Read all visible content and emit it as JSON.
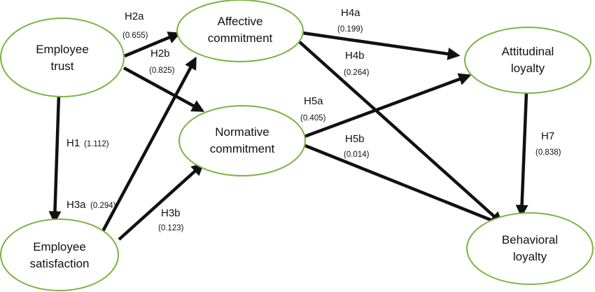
{
  "nodes": {
    "employee_trust": [
      "Employee",
      "trust"
    ],
    "affective_commitment": [
      "Affective",
      "commitment"
    ],
    "normative_commitment": [
      "Normative",
      "commitment"
    ],
    "employee_satisfaction": [
      "Employee",
      "satisfaction"
    ],
    "attitudinal_loyalty": [
      "Attitudinal",
      "loyalty"
    ],
    "behavioral_loyalty": [
      "Behavioral",
      "loyalty"
    ]
  },
  "paths": {
    "h1": {
      "label": "H1",
      "coef": "(1.112)"
    },
    "h2a": {
      "label": "H2a",
      "coef": "(0.655)"
    },
    "h2b": {
      "label": "H2b",
      "coef": "(0.825)"
    },
    "h3a": {
      "label": "H3a",
      "coef": "(0.294)"
    },
    "h3b": {
      "label": "H3b",
      "coef": "(0.123)"
    },
    "h4a": {
      "label": "H4a",
      "coef": "(0.199)"
    },
    "h4b": {
      "label": "H4b",
      "coef": "(0.264)"
    },
    "h5a": {
      "label": "H5a",
      "coef": "(0.405)"
    },
    "h5b": {
      "label": "H5b",
      "coef": "(0.014)"
    },
    "h7": {
      "label": "H7",
      "coef": "(0.838)"
    }
  },
  "colors": {
    "node_border": "#7cb342",
    "arrow": "#111111",
    "text": "#111111",
    "background": "#ffffff"
  }
}
